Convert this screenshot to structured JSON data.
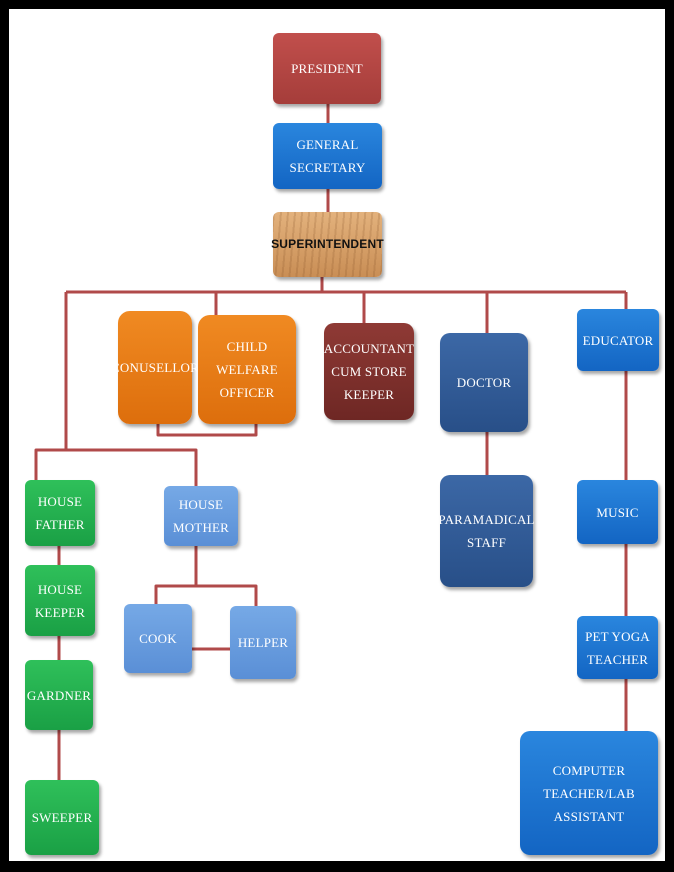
{
  "org_chart": {
    "president": "PRESIDENT",
    "general_secretary": "GENERAL\nSECRETARY",
    "superintendent": "SUPERINTENDENT",
    "counsellor": "CONUSELLOR",
    "child_welfare_officer": "CHILD WELFARE\nOFFICER",
    "accountant": "ACCOUNTANT\nCUM STORE\nKEEPER",
    "doctor": "DOCTOR",
    "paramedical_staff": "PARAMADICAL\nSTAFF",
    "educator": "EDUCATOR",
    "music": "MUSIC",
    "pet_yoga_teacher": "PET YOGA\nTEACHER",
    "computer_teacher": "COMPUTER TEACHER/LAB\nASSISTANT",
    "house_father": "HOUSE FATHER",
    "house_keeper": "HOUSE\nKEEPER",
    "gardner": "GARDNER",
    "sweeper": "SWEEPER",
    "house_mother": "HOUSE\nMOTHER",
    "cook": "COOK",
    "helper": "HELPER"
  },
  "colors": {
    "connector": "#b04a4a",
    "president": "#b5423f",
    "superintendent": "#d4a06a",
    "counsellor": "#e87e17",
    "accountant": "#7a2e2a",
    "educator": "#1f78d1",
    "doctor": "#2f5c9b",
    "house_mother": "#6aa0e0",
    "house_staff": "#22b14c"
  }
}
